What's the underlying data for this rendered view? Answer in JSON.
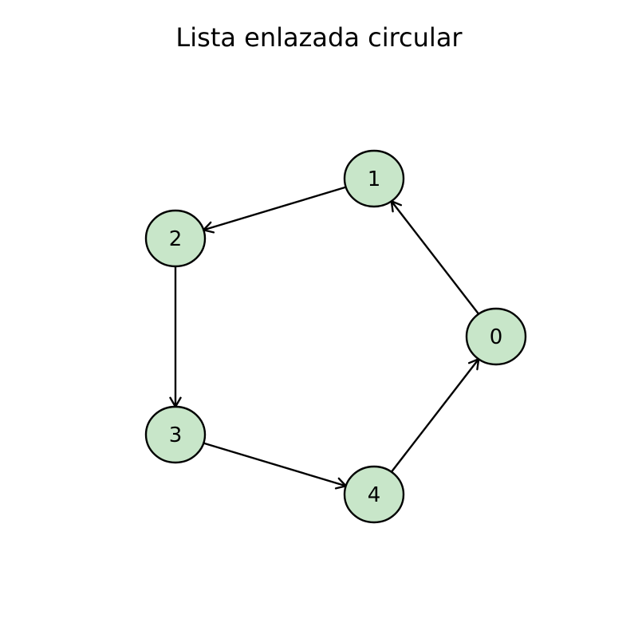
{
  "title": "Lista enlazada circular",
  "node_fill": "#c8e6c9",
  "node_stroke": "#000000",
  "edge_color": "#000000",
  "nodes": [
    {
      "id": "0",
      "label": "0"
    },
    {
      "id": "1",
      "label": "1"
    },
    {
      "id": "2",
      "label": "2"
    },
    {
      "id": "3",
      "label": "3"
    },
    {
      "id": "4",
      "label": "4"
    }
  ],
  "edges": [
    {
      "from": "0",
      "to": "1"
    },
    {
      "from": "1",
      "to": "2"
    },
    {
      "from": "2",
      "to": "3"
    },
    {
      "from": "3",
      "to": "4"
    },
    {
      "from": "4",
      "to": "0"
    }
  ]
}
